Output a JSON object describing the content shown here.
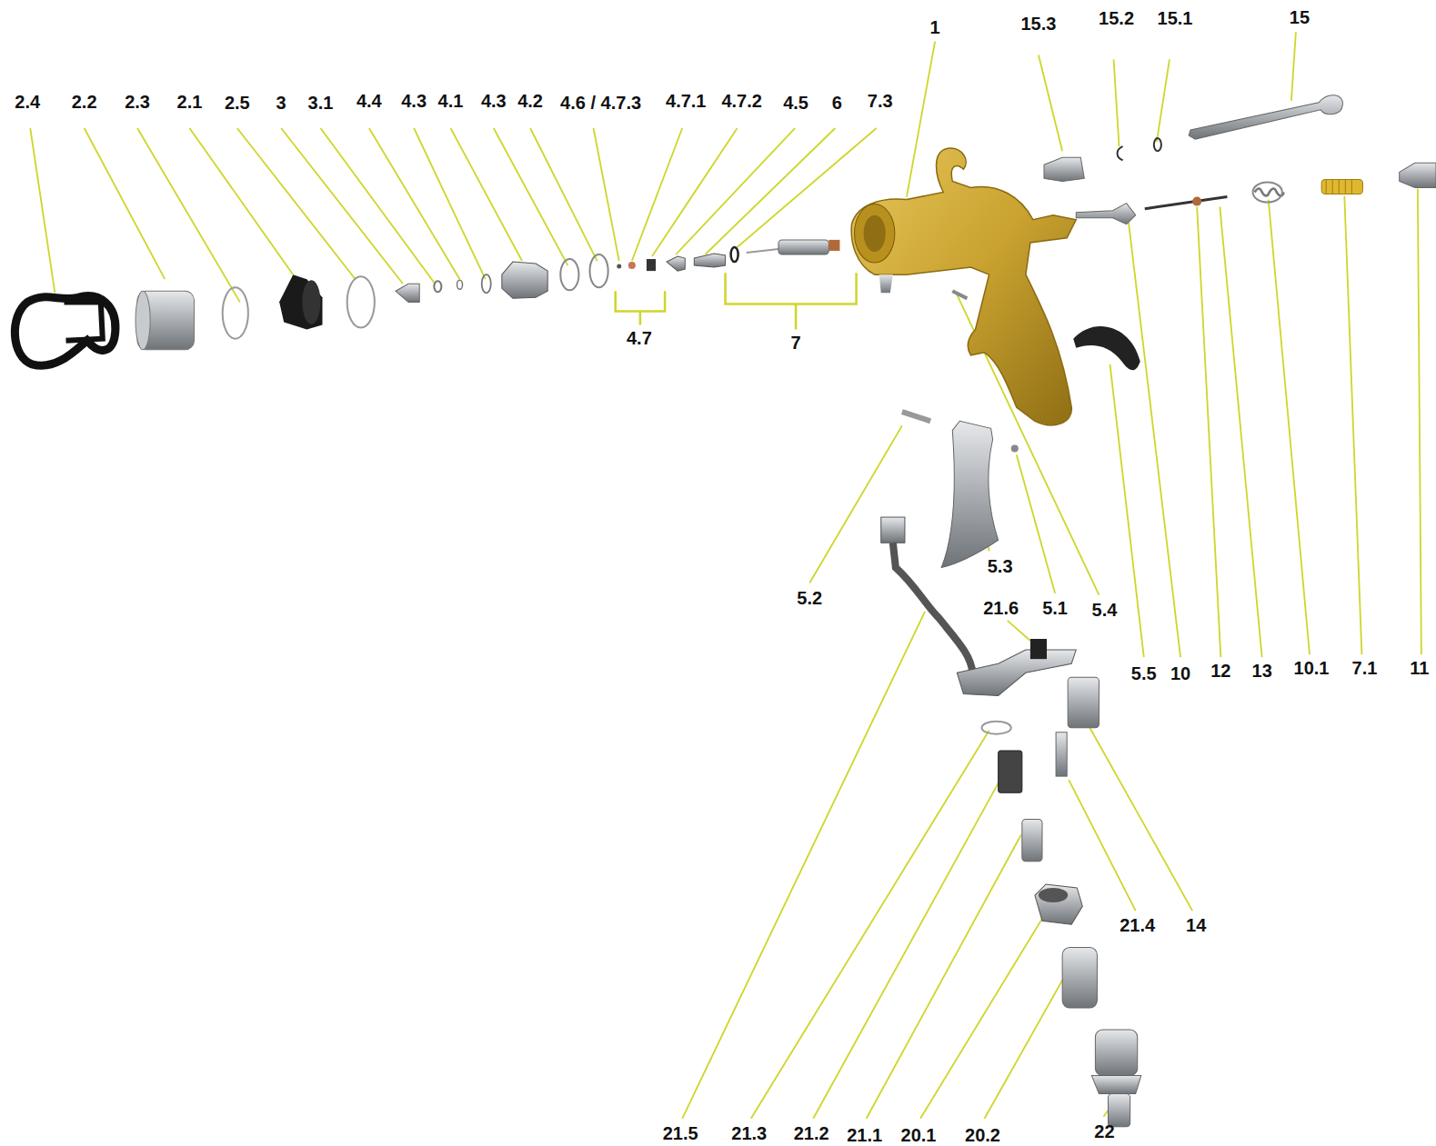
{
  "diagram": {
    "labels": [
      "2.4",
      "2.2",
      "2.3",
      "2.1",
      "2.5",
      "3",
      "3.1",
      "4.4",
      "4.3",
      "4.1",
      "4.3",
      "4.2",
      "4.6 / 4.7.3",
      "4.7.1",
      "4.7.2",
      "4.5",
      "6",
      "7.3",
      "1",
      "15.3",
      "15.2",
      "15.1",
      "15",
      "4.7",
      "7",
      "5.3",
      "5.2",
      "21.6",
      "5.1",
      "5.4",
      "5.5",
      "10",
      "12",
      "13",
      "10.1",
      "7.1",
      "11",
      "21.4",
      "14",
      "21.5",
      "21.3",
      "21.2",
      "21.1",
      "20.1",
      "20.2",
      "22"
    ]
  }
}
